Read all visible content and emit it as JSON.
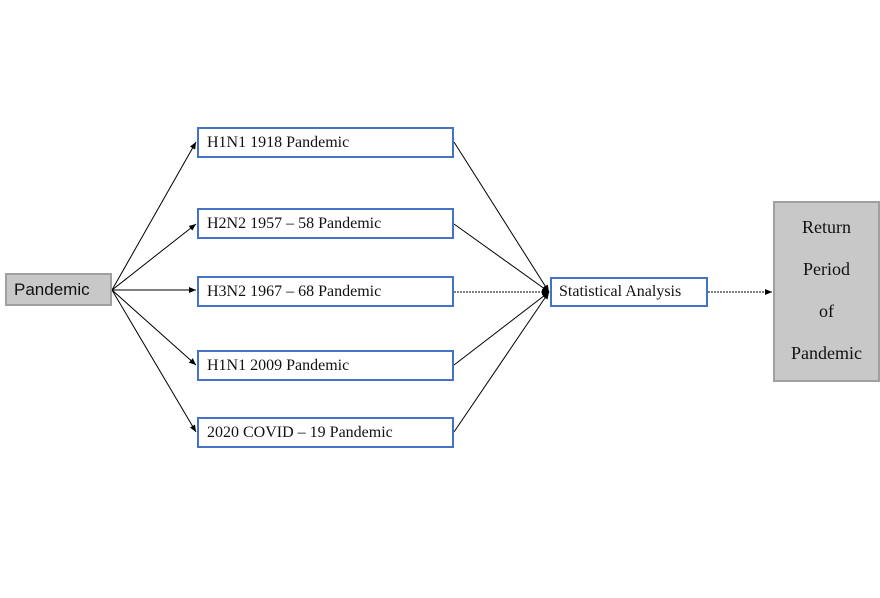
{
  "source": {
    "label": "Pandemic"
  },
  "pandemics": [
    {
      "label": "H1N1 1918 Pandemic"
    },
    {
      "label": "H2N2 1957 – 58 Pandemic"
    },
    {
      "label": "H3N2 1967 – 68 Pandemic"
    },
    {
      "label": "H1N1 2009 Pandemic"
    },
    {
      "label": "2020 COVID – 19 Pandemic"
    }
  ],
  "analysis": {
    "label": "Statistical Analysis"
  },
  "result": {
    "lines": [
      "Return",
      "Period",
      "of",
      "Pandemic"
    ]
  },
  "colors": {
    "box_border": "#4472c4",
    "grey_fill": "#c8c8c8",
    "line": "#000000"
  }
}
